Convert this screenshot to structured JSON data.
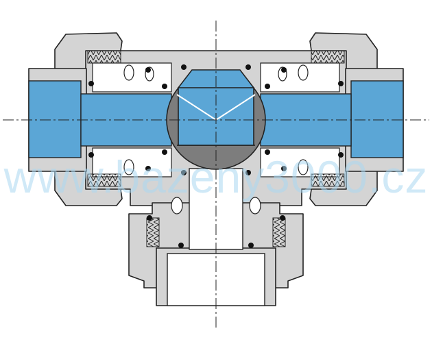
{
  "watermark": {
    "text": "www.bazeny3000.cz"
  },
  "colors": {
    "body_fill": "#d4d4d4",
    "body_stroke": "#222222",
    "bore_fill": "#5ba6d6",
    "ball_dark": "#7d7d7d",
    "white": "#ffffff",
    "seal": "#111111",
    "watermark": "#a9d6ef"
  },
  "icons": {
    "valve": "three-way-ball-valve-cross-section",
    "seal": "o-ring-seal"
  }
}
